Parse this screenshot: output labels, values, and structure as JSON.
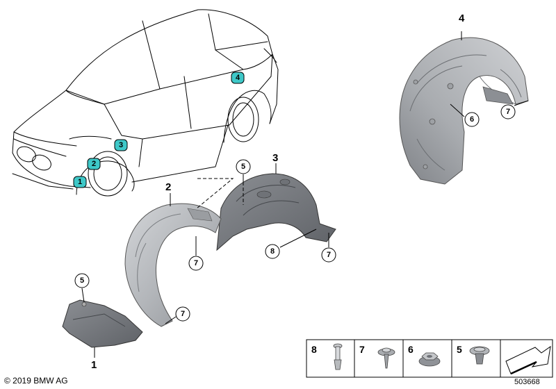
{
  "car_markers": [
    {
      "num": "1"
    },
    {
      "num": "2"
    },
    {
      "num": "3"
    },
    {
      "num": "4"
    }
  ],
  "part_labels": {
    "p1": "1",
    "p2": "2",
    "p3": "3",
    "p4": "4"
  },
  "callouts": {
    "c5a": "5",
    "c5b": "5",
    "c6": "6",
    "c7a": "7",
    "c7b": "7",
    "c7c": "7",
    "c7d": "7",
    "c8": "8"
  },
  "legend": {
    "items": [
      {
        "num": "8",
        "icon": "expanding-rivet-icon"
      },
      {
        "num": "7",
        "icon": "screw-washer-icon"
      },
      {
        "num": "6",
        "icon": "hex-nut-icon"
      },
      {
        "num": "5",
        "icon": "clip-nut-icon"
      }
    ],
    "arrow_icon": "direction-arrow-icon"
  },
  "footer": {
    "copyright": "© 2019 BMW AG",
    "diagram_number": "503668"
  },
  "colors": {
    "marker_fill": "#3ec8c8",
    "part_fill": "#b9bcbf",
    "part_dark": "#7d8085",
    "line": "#000000"
  }
}
